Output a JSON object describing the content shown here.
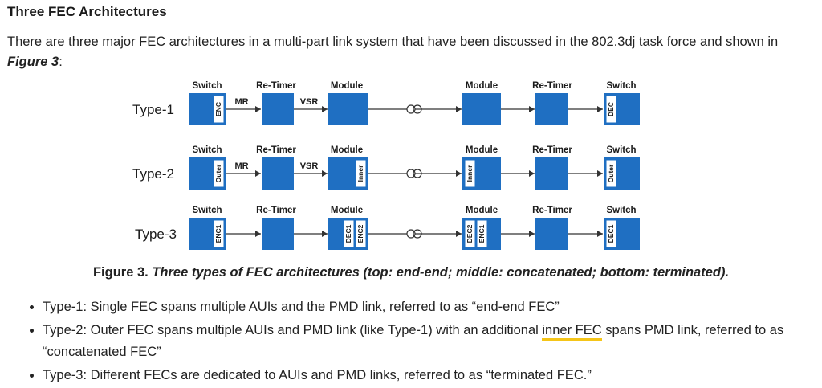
{
  "heading": "Three FEC Architectures",
  "intro": {
    "before": "There are three major FEC architectures in a multi-part link system that have been discussed in the 802.3dj task force and shown in ",
    "figure_ref": "Figure 3",
    "after": ":"
  },
  "diagram": {
    "colors": {
      "block": "#1f6fc2",
      "line": "#333333",
      "text": "#1a1a1a"
    },
    "rows": [
      {
        "label": "Type-1",
        "headers": [
          "Switch",
          "Re-Timer",
          "Module",
          "Module",
          "Re-Timer",
          "Switch"
        ],
        "link_labels": [
          "MR",
          "VSR"
        ],
        "sw1_tags": [
          "ENC"
        ],
        "mod1_tags": [],
        "mod2_tags": [],
        "sw2_tags": [
          "DEC"
        ]
      },
      {
        "label": "Type-2",
        "headers": [
          "Switch",
          "Re-Timer",
          "Module",
          "Module",
          "Re-Timer",
          "Switch"
        ],
        "link_labels": [
          "MR",
          "VSR"
        ],
        "sw1_tags": [
          "Outer"
        ],
        "mod1_tags": [
          "Inner"
        ],
        "mod2_tags": [
          "Inner"
        ],
        "sw2_tags": [
          "Outer"
        ]
      },
      {
        "label": "Type-3",
        "headers": [
          "Switch",
          "Re-Timer",
          "Module",
          "Module",
          "Re-Timer",
          "Switch"
        ],
        "link_labels": [],
        "sw1_tags": [
          "ENC1"
        ],
        "mod1_tags": [
          "DEC1",
          "ENC2"
        ],
        "mod2_tags": [
          "DEC2",
          "ENC1"
        ],
        "sw2_tags": [
          "DEC1"
        ]
      }
    ]
  },
  "caption": {
    "prefix": "Figure 3. ",
    "text": "Three types of FEC architectures (top: end-end; middle: concatenated; bottom: terminated)."
  },
  "bullets": [
    {
      "before": "Type-1: Single FEC spans multiple AUIs and the PMD link, referred to as “end-end FEC”",
      "highlight": "",
      "after": ""
    },
    {
      "before": "Type-2: Outer FEC spans multiple AUIs and PMD link (like Type-1) with an additional ",
      "highlight": "inner FEC",
      "after": " spans PMD link, referred to as “concatenated FEC”"
    },
    {
      "before": "Type-3: Different FECs are dedicated to AUIs and PMD links, referred to as “terminated FEC.”",
      "highlight": "",
      "after": ""
    }
  ]
}
